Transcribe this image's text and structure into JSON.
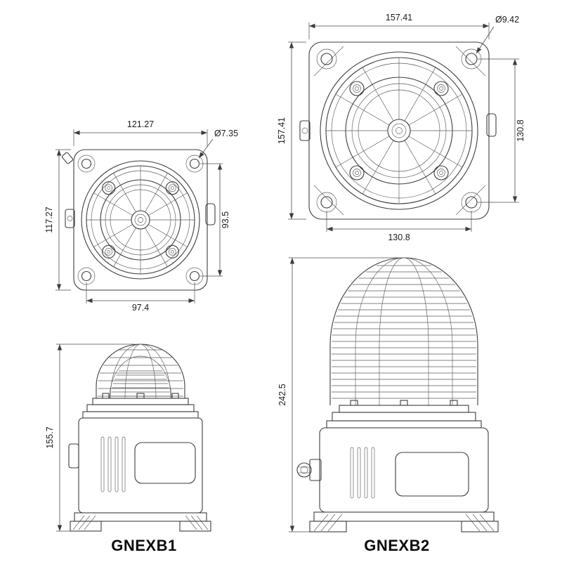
{
  "products": {
    "b1": {
      "name": "GNEXB1",
      "top": {
        "width": "121.27",
        "height": "117.27",
        "hole_spacing_v": "93.5",
        "hole_spacing_h": "97.4",
        "hole_dia": "Ø7.35"
      },
      "front": {
        "height": "155.7"
      }
    },
    "b2": {
      "name": "GNEXB2",
      "top": {
        "width": "157.41",
        "height": "157.41",
        "hole_spacing_v": "130.8",
        "hole_spacing_h": "130.8",
        "hole_dia": "Ø9.42"
      },
      "front": {
        "height": "242.5"
      }
    }
  },
  "colors": {
    "line": "#3d3d3d",
    "dimension": "#4a4a4a",
    "text": "#1c1c1c",
    "label": "#0a0a0a"
  }
}
